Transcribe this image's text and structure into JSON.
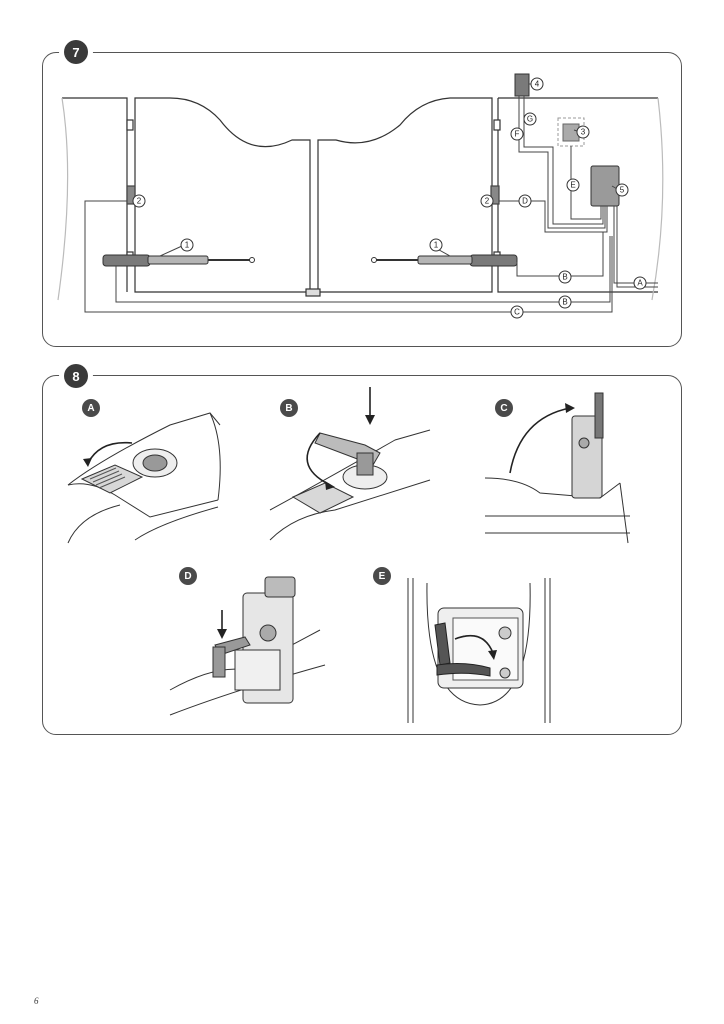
{
  "figures": {
    "fig7": {
      "number": "7"
    },
    "fig8": {
      "number": "8"
    }
  },
  "fig7_callouts": {
    "n1_left": "1",
    "n1_right": "1",
    "n2_left": "2",
    "n2_right": "2",
    "n3": "3",
    "n4": "4",
    "n5": "5"
  },
  "fig7_cables": {
    "A": "A",
    "B_upper": "B",
    "B_lower": "B",
    "C": "C",
    "D": "D",
    "E": "E",
    "F": "F",
    "G": "G"
  },
  "fig8_steps": {
    "a": "A",
    "b": "B",
    "c": "C",
    "d": "D",
    "e": "E"
  },
  "page_number": "6"
}
